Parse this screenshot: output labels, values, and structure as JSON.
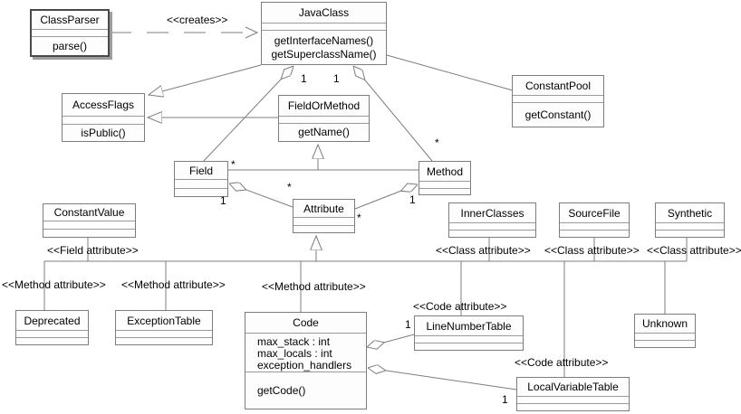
{
  "classes": [
    {
      "name": "ClassParser",
      "methods": [
        "parse()"
      ]
    },
    {
      "name": "JavaClass",
      "methods": [
        "getInterfaceNames()",
        "getSuperclassName()"
      ]
    },
    {
      "name": "ConstantPool",
      "methods": [
        "getConstant()"
      ]
    },
    {
      "name": "AccessFlags",
      "methods": [
        "isPublic()"
      ]
    },
    {
      "name": "FieldOrMethod",
      "methods": [
        "getName()"
      ]
    },
    {
      "name": "Field"
    },
    {
      "name": "Method"
    },
    {
      "name": "Attribute"
    },
    {
      "name": "ConstantValue"
    },
    {
      "name": "InnerClasses"
    },
    {
      "name": "SourceFile"
    },
    {
      "name": "Synthetic"
    },
    {
      "name": "Deprecated"
    },
    {
      "name": "ExceptionTable"
    },
    {
      "name": "Code",
      "attributes": [
        "max_stack : int",
        "max_locals : int",
        "exception_handlers"
      ],
      "methods": [
        "getCode()"
      ]
    },
    {
      "name": "LineNumberTable"
    },
    {
      "name": "Unknown"
    },
    {
      "name": "LocalVariableTable"
    }
  ],
  "stereotypes": {
    "creates": "<<creates>>",
    "field_attribute": "<<Field attribute>>",
    "method_attribute": "<<Method attribute>>",
    "class_attribute": "<<Class attribute>>",
    "code_attribute": "<<Code attribute>>"
  },
  "multiplicities": {
    "one": "1",
    "many": "*"
  },
  "colors": {
    "box_fill": "#fdfdfd",
    "box_border": "#7d7d7d",
    "line": "#7d7d7d",
    "text": "#000000",
    "shadow": "#9e9e9e"
  }
}
